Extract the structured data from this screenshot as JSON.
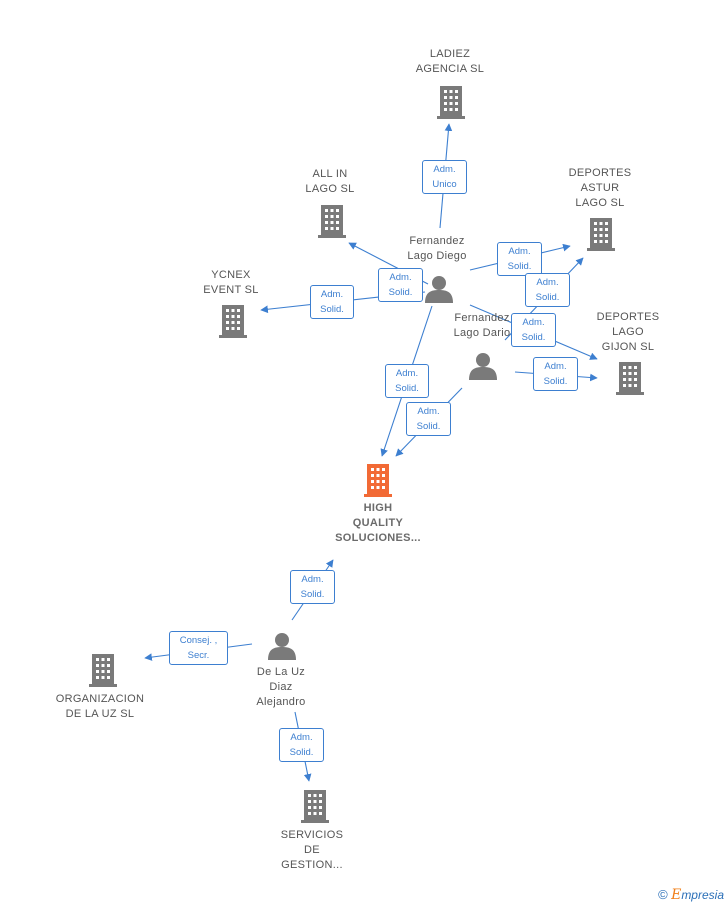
{
  "nodes": {
    "ladiez": {
      "label": "LADIEZ\nAGENCIA  SL"
    },
    "allin": {
      "label": "ALL IN\nLAGO  SL"
    },
    "deportes_astur": {
      "label": "DEPORTES\nASTUR\nLAGO SL"
    },
    "ycnex": {
      "label": "YCNEX\nEVENT  SL"
    },
    "deportes_gijon": {
      "label": "DEPORTES\nLAGO\nGIJON  SL"
    },
    "fernandez_diego": {
      "label": "Fernandez\nLago Diego"
    },
    "fernandez_dario": {
      "label": "Fernandez\nLago Dario"
    },
    "high_quality": {
      "label": "HIGH\nQUALITY\nSOLUCIONES..."
    },
    "organizacion": {
      "label": "ORGANIZACION\nDE LA UZ SL"
    },
    "delauz": {
      "label": "De La Uz\nDiaz\nAlejandro"
    },
    "servicios": {
      "label": "SERVICIOS\nDE\nGESTION..."
    }
  },
  "relations": {
    "r1": "Adm.\nUnico",
    "r2": "Adm.\nSolid.",
    "r3": "Adm.\nSolid.",
    "r4": "Adm.\nSolid.",
    "r5": "Adm.\nSolid.",
    "r6": "Adm.\nSolid.",
    "r7": "Adm.\nSolid.",
    "r8": "Adm.\nSolid.",
    "r9": "Adm.\nSolid.",
    "r10": "Adm.\nSolid.",
    "r11": "Consej. ,\nSecr.",
    "r12": "Adm.\nSolid."
  },
  "colors": {
    "line": "#3d7fd0",
    "company": "#7a7a7a",
    "focus": "#f26a35",
    "person": "#7a7a7a"
  },
  "footer": {
    "copyright": "©",
    "brand_first": "E",
    "brand_rest": "mpresia"
  }
}
